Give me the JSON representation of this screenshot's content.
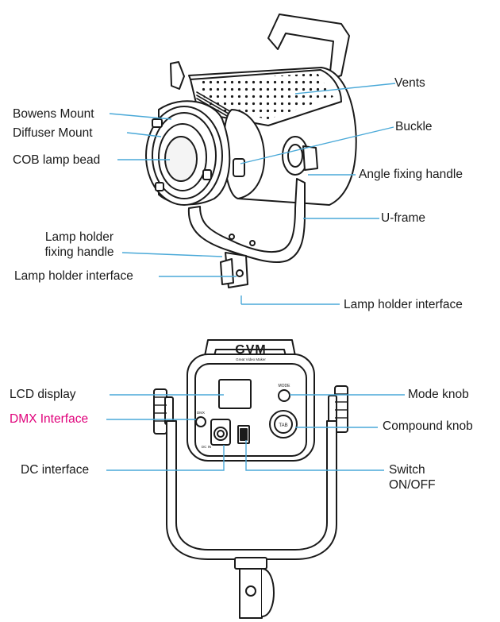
{
  "brand": {
    "logo": "GVM",
    "tagline": "Great Video Maker"
  },
  "panel": {
    "mode_label": "MODE",
    "tab_label": "TAB",
    "dmx_label": "DMX",
    "dc_label": "DC IN"
  },
  "top_view": {
    "labels": {
      "vents": "Vents",
      "buckle": "Buckle",
      "bowens_mount": "Bowens Mount",
      "diffuser_mount": "Diffuser Mount",
      "cob_lamp_bead": "COB lamp bead",
      "angle_fixing_handle": "Angle fixing handle",
      "u_frame": "U-frame",
      "lamp_holder_fixing_handle_1": "Lamp holder",
      "lamp_holder_fixing_handle_2": "fixing handle",
      "lamp_holder_interface_left": "Lamp holder interface",
      "lamp_holder_interface_right": "Lamp holder interface"
    }
  },
  "back_view": {
    "labels": {
      "lcd_display": "LCD display",
      "dmx_interface": "DMX Interface",
      "dc_interface": "DC interface",
      "mode_knob": "Mode knob",
      "compound_knob": "Compound knob",
      "switch_1": "Switch",
      "switch_2": "ON/OFF"
    },
    "highlight_color": "#e0007a"
  },
  "colors": {
    "line": "#1a1a1a",
    "leader": "#4aa9d8",
    "fill": "#ffffff"
  }
}
